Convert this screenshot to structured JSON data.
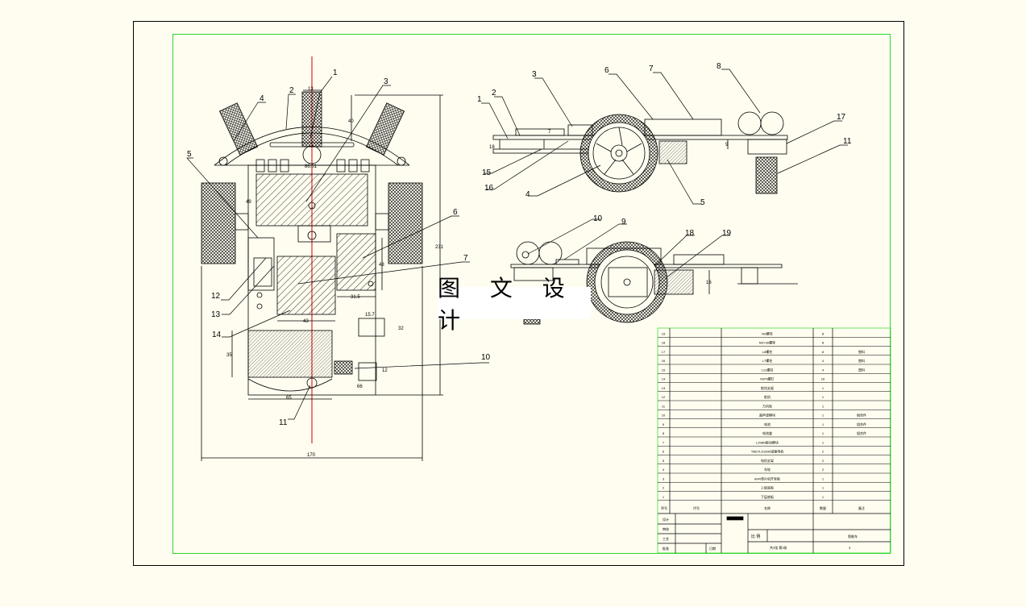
{
  "watermark": "图 文 设 计",
  "views": {
    "top": {
      "callouts": [
        "1",
        "2",
        "3",
        "4",
        "5",
        "6",
        "7",
        "12",
        "13",
        "14",
        "11"
      ],
      "dims": {
        "d13": "13",
        "d40": "40",
        "d86": "86.01",
        "d49": "49",
        "d231": "231",
        "d48": "48",
        "d315": "31.5",
        "d43": "43",
        "d35": "35",
        "d65": "65",
        "d170": "170",
        "d157": "15.7",
        "d32": "32",
        "d66": "66",
        "d12": "12"
      },
      "callout_10": "10"
    },
    "side": {
      "callouts": [
        "1",
        "2",
        "3",
        "6",
        "7",
        "8",
        "17",
        "11",
        "15",
        "16",
        "4",
        "5"
      ],
      "dims": {
        "d18": "18",
        "d7": "7",
        "d9": "9"
      }
    },
    "front": {
      "callouts": [
        "10",
        "9",
        "18",
        "19"
      ],
      "dims": {
        "d16": "16"
      }
    }
  },
  "title_block": {
    "parts": [
      {
        "num": "19",
        "name": "M3螺母",
        "qty": "8",
        "mat": ""
      },
      {
        "num": "18",
        "name": "M3×30螺栓",
        "qty": "8",
        "mat": ""
      },
      {
        "num": "17",
        "name": "L8螺柱",
        "qty": "8",
        "mat": "塑料"
      },
      {
        "num": "16",
        "name": "L7螺柱",
        "qty": "4",
        "mat": "塑料"
      },
      {
        "num": "15",
        "name": "L12螺柱",
        "qty": "4",
        "mat": "塑料"
      },
      {
        "num": "14",
        "name": "M3*6螺钉",
        "qty": "16",
        "mat": ""
      },
      {
        "num": "13",
        "name": "舵机支架",
        "qty": "1",
        "mat": ""
      },
      {
        "num": "12",
        "name": "舵机",
        "qty": "1",
        "mat": ""
      },
      {
        "num": "11",
        "name": "万向轮",
        "qty": "1",
        "mat": ""
      },
      {
        "num": "10",
        "name": "超声波模块",
        "qty": "1",
        "mat": "组合件"
      },
      {
        "num": "9",
        "name": "电池",
        "qty": "1",
        "mat": "组合件"
      },
      {
        "num": "8",
        "name": "电池盒",
        "qty": "1",
        "mat": "组合件"
      },
      {
        "num": "7",
        "name": "L298N驱动模块",
        "qty": "1",
        "mat": ""
      },
      {
        "num": "6",
        "name": "YBD7LD3330减速电机",
        "qty": "2",
        "mat": ""
      },
      {
        "num": "5",
        "name": "电机支架",
        "qty": "2",
        "mat": ""
      },
      {
        "num": "4",
        "name": "车轮",
        "qty": "2",
        "mat": ""
      },
      {
        "num": "3",
        "name": "AVR单片机开发板",
        "qty": "1",
        "mat": ""
      },
      {
        "num": "2",
        "name": "上层底板",
        "qty": "1",
        "mat": ""
      },
      {
        "num": "1",
        "name": "下层底板",
        "qty": "1",
        "mat": ""
      }
    ],
    "header": {
      "num": "序号",
      "name": "名称",
      "qty": "数量",
      "mat": "备注",
      "code": "代号"
    },
    "rows_left": [
      "设计",
      "审核",
      "工艺",
      "批准"
    ],
    "drawing_name": "智能车",
    "scale_label": "比 例",
    "sheet_label": "共3张 第3张",
    "sheet_no": "3",
    "date_label": "日期"
  }
}
